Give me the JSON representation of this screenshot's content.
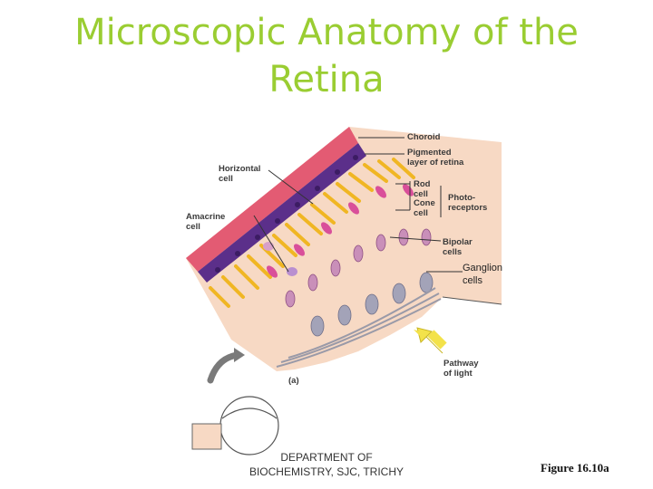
{
  "slide": {
    "title": "Microscopic Anatomy of the\nRetina",
    "footer": "DEPARTMENT OF\nBIOCHEMISTRY, SJC, TRICHY",
    "figure_ref": "Figure 16.10a"
  },
  "diagram": {
    "panel_label": "(a)",
    "labels": {
      "choroid": "Choroid",
      "pigmented": "Pigmented\nlayer of retina",
      "rod": "Rod\ncell",
      "cone": "Cone\ncell",
      "photoreceptors": "Photo-\nreceptors",
      "horizontal": "Horizontal\ncell",
      "amacrine": "Amacrine\ncell",
      "bipolar": "Bipolar\ncells",
      "ganglion": "Ganglion\ncells",
      "pathway": "Pathway\nof light"
    },
    "colors": {
      "choroid": "#e35b73",
      "pigment": "#5b2f8a",
      "tissue": "#f7d9c4",
      "rod": "#f0b623",
      "cone": "#d94f9a",
      "bipolar": "#c98fb9",
      "ganglion": "#a3a3b8",
      "arrow": "#f3e24a"
    }
  }
}
